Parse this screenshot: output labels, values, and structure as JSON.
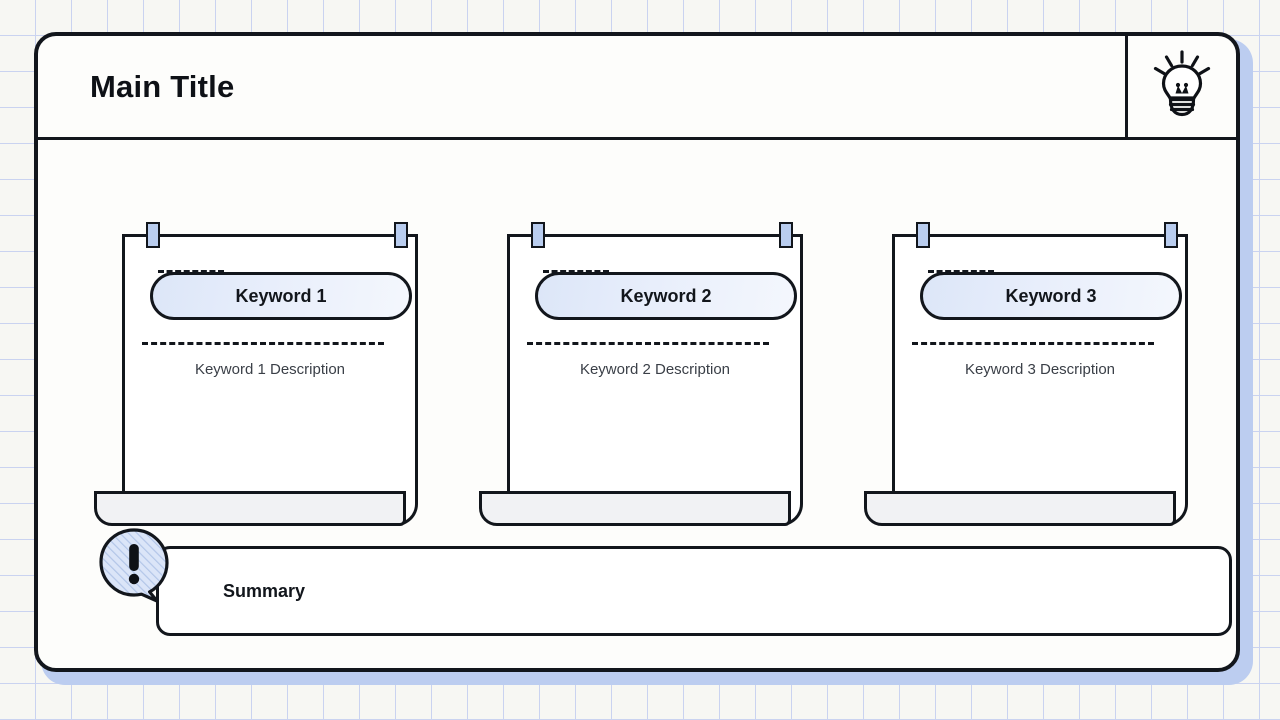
{
  "header": {
    "title": "Main Title",
    "icon": "lightbulb-icon"
  },
  "cards": [
    {
      "keyword": "Keyword 1",
      "description": "Keyword 1 Description",
      "tape_left": "tape-clip-icon",
      "tape_right": "tape-clip-icon"
    },
    {
      "keyword": "Keyword 2",
      "description": "Keyword 2 Description",
      "tape_left": "tape-clip-icon",
      "tape_right": "tape-clip-icon"
    },
    {
      "keyword": "Keyword 3",
      "description": "Keyword 3 Description",
      "tape_left": "tape-clip-icon",
      "tape_right": "tape-clip-icon"
    }
  ],
  "summary": {
    "label": "Summary",
    "icon": "exclamation-speech-bubble-icon"
  },
  "colors": {
    "accent_blue": "#b9cdef",
    "pill_fill": "#e8eefb",
    "outline": "#12161c",
    "page_background": "#f7f7f3",
    "grid_line": "#c3cdf0",
    "frame_shadow": "#bccdf0",
    "curl_fill": "#f1f2f4",
    "description_text": "#3a3f47"
  }
}
